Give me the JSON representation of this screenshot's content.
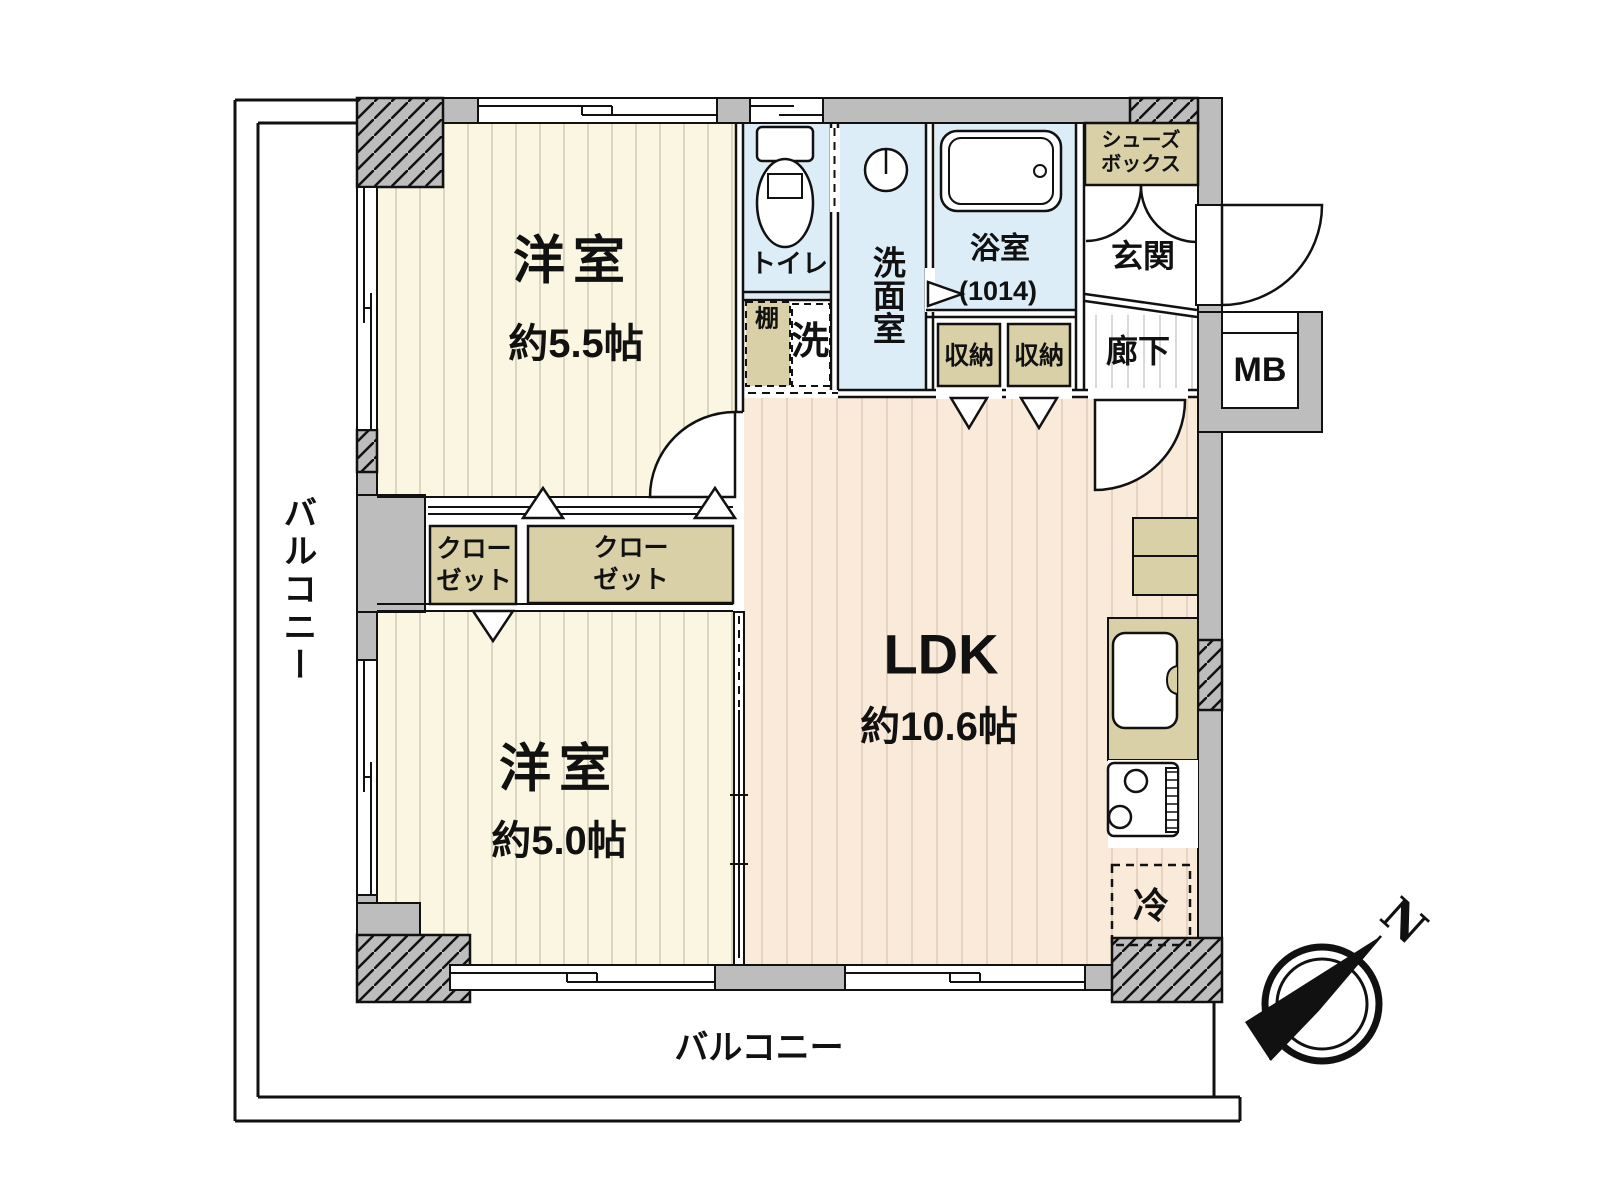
{
  "fp": {
    "room1": {
      "name": "洋室",
      "size": "約5.5帖"
    },
    "room2": {
      "name": "洋室",
      "size": "約5.0帖"
    },
    "ldk": {
      "name": "LDK",
      "size": "約10.6帖"
    },
    "toilet": "トイレ",
    "washroom": "洗面室",
    "bath": {
      "name": "浴室",
      "size": "(1014)"
    },
    "storage1": "収納",
    "storage2": "収納",
    "shoebox": {
      "line1": "シューズ",
      "line2": "ボックス"
    },
    "entrance": "玄関",
    "hallway": "廊下",
    "mb": "MB",
    "shelf": "棚",
    "washer": "洗",
    "fridge": "冷",
    "closet_small": {
      "line1": "クロー",
      "line2": "ゼット"
    },
    "closet_large": {
      "line1": "クロー",
      "line2": "ゼット"
    },
    "balcony_left": "バルコニー",
    "balcony_bottom": "バルコニー",
    "compass_n": "N",
    "colors": {
      "wall_gray": "#BDBDBD",
      "room_cream": "#FAF6E1",
      "room_peach": "#FAEADA",
      "wet_blue": "#DCEDF8",
      "fixture_tan": "#D9D0A8",
      "line": "#111111"
    }
  }
}
